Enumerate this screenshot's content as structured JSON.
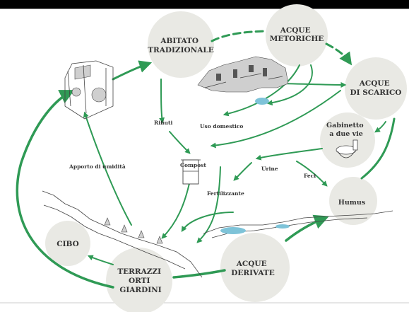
{
  "colors": {
    "green": "#2f9a55",
    "circle": "#e9e9e4",
    "text": "#333333",
    "water": "#7ec3d8",
    "top_bar": "#000000"
  },
  "nodes": {
    "abitato": [
      "ABITATO",
      "TRADIZIONALE"
    ],
    "metoriche": [
      "ACQUE",
      "METORICHE"
    ],
    "scarico": [
      "ACQUE",
      "DI SCARICO"
    ],
    "gabinetto": [
      "Gabinetto",
      "a due vie"
    ],
    "humus": "Humus",
    "derivate": [
      "ACQUE",
      "DERIVATE"
    ],
    "terrazzi": [
      "TERRAZZI",
      "ORTI",
      "GIARDINI"
    ],
    "cibo": "CIBO"
  },
  "labels": {
    "rifiuti": "Rifiuti",
    "compost": "Compost",
    "uso_domestico": "Uso domestico",
    "urine": "Urine",
    "feci": "Feci",
    "fertilizzante": "Fertilizzante",
    "apporto": "Apporto di umidità"
  },
  "icons": {
    "garden": "garden-illustration-icon",
    "house": "cave-dwelling-illustration-icon",
    "toilet": "toilet-icon",
    "compost": "compost-bin-icon",
    "terraces": "terraces-illustration-icon",
    "ground": "ground-profile-icon"
  }
}
